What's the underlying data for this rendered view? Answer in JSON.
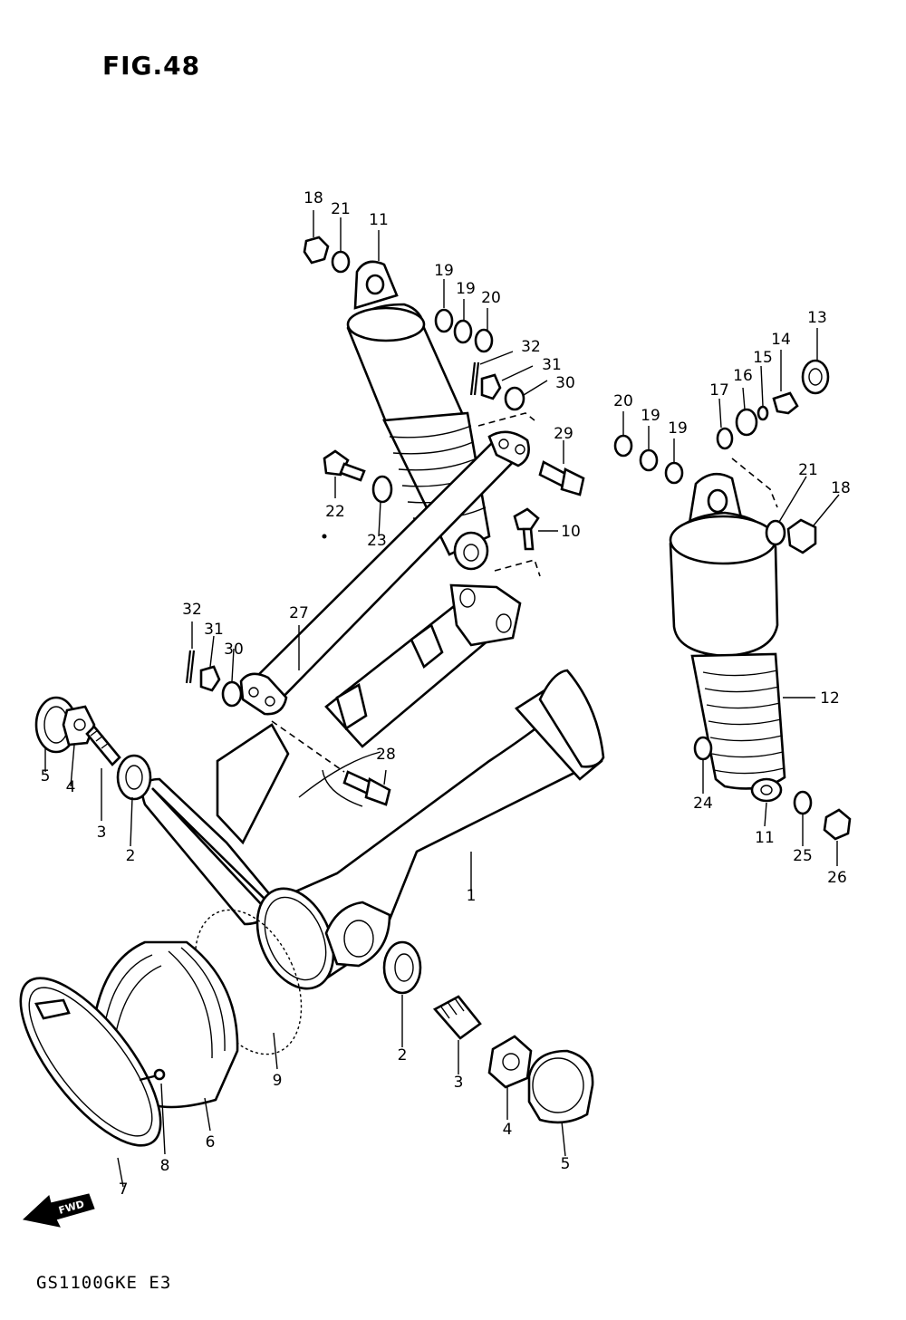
{
  "figure": {
    "title": "FIG.48",
    "model_code": "GS1100GKE E3"
  },
  "fwd_label": "FWD",
  "callouts": [
    "18",
    "21",
    "11",
    "19",
    "19",
    "20",
    "32",
    "31",
    "30",
    "29",
    "22",
    "23",
    "10",
    "20",
    "19",
    "19",
    "17",
    "16",
    "15",
    "14",
    "13",
    "21",
    "18",
    "12",
    "24",
    "11",
    "25",
    "26",
    "32",
    "31",
    "30",
    "27",
    "28",
    "5",
    "4",
    "3",
    "2",
    "1",
    "9",
    "6",
    "7",
    "8",
    "2",
    "3",
    "4",
    "5"
  ]
}
